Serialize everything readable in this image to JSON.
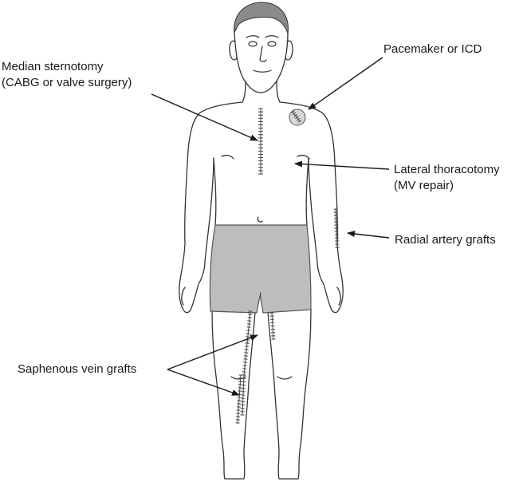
{
  "colors": {
    "outline": "#333333",
    "shorts_fill": "#bdbdbd",
    "suture": "#444444",
    "device_fill": "#d8d8d8",
    "text": "#1a1a1a"
  },
  "labels": {
    "median_sternotomy": {
      "line1": "Median sternotomy",
      "line2": "(CABG or valve surgery)"
    },
    "pacemaker": {
      "line1": "Pacemaker or ICD"
    },
    "lateral_thoracotomy": {
      "line1": "Lateral thoracotomy",
      "line2": "(MV repair)"
    },
    "radial_artery": {
      "line1": "Radial artery grafts"
    },
    "saphenous_vein": {
      "line1": "Saphenous vein grafts"
    }
  }
}
